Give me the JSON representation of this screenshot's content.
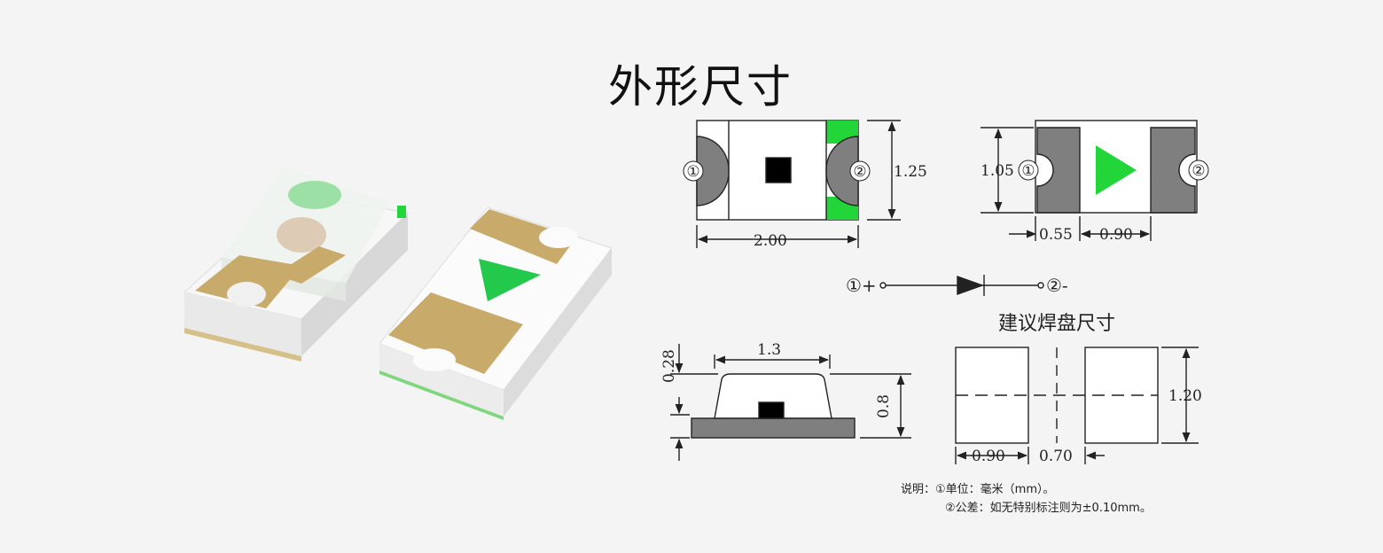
{
  "title": "外形尺寸",
  "drawing": {
    "top_view": {
      "width": "2.00",
      "height": "1.25",
      "pin1": "①",
      "pin2": "②"
    },
    "bottom_view": {
      "height": "1.05",
      "pad_width": "0.55",
      "gap": "0.90",
      "pin1": "①",
      "pin2": "②"
    },
    "schematic": {
      "anode": "①+",
      "cathode": "②-"
    },
    "side_view": {
      "top_width": "1.3",
      "dome_height": "0.28",
      "total_height": "0.8"
    },
    "pad_layout": {
      "title": "建议焊盘尺寸",
      "pad_width": "0.90",
      "spacing": "0.70",
      "height": "1.20"
    }
  },
  "notes": {
    "line1": "说明：①单位：毫米（mm）。",
    "line2": "②公差：如无特别标注则为±0.10mm。"
  },
  "colors": {
    "green": "#22d63a",
    "pad_gray": "#7f7f7f",
    "gold": "#c8aa6a"
  }
}
